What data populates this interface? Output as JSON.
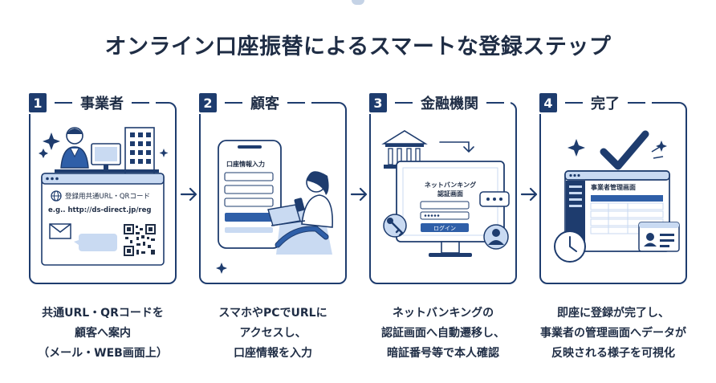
{
  "title": "オンライン口座振替によるスマートな登録ステップ",
  "steps": [
    {
      "number": "1",
      "title": "事業者",
      "screen": {
        "label": "登録用共通URL・QRコード",
        "url": "e.g.. http://ds-direct.jp/reg"
      },
      "description": [
        "共通URL・QRコードを",
        "顧客へ案内",
        "（メール・WEB画面上）"
      ]
    },
    {
      "number": "2",
      "title": "顧客",
      "screen": {
        "label": "口座情報入力"
      },
      "description": [
        "スマホやPCでURLに",
        "アクセスし、",
        "口座情報を入力"
      ]
    },
    {
      "number": "3",
      "title": "金融機関",
      "screen": {
        "label_line1": "ネットバンキング",
        "label_line2": "認証画面",
        "button": "ログイン"
      },
      "description": [
        "ネットバンキングの",
        "認証画面へ自動遷移し、",
        "暗証番号等で本人確認"
      ]
    },
    {
      "number": "4",
      "title": "完了",
      "screen": {
        "label": "事業者管理画面"
      },
      "description": [
        "即座に登録が完了し、",
        "事業者の管理画面へデータが",
        "反映される様子を可視化"
      ]
    }
  ],
  "colors": {
    "navy": "#1e3c6e",
    "light_blue": "#c9daf2",
    "accent_blue": "#2f5fa8"
  }
}
